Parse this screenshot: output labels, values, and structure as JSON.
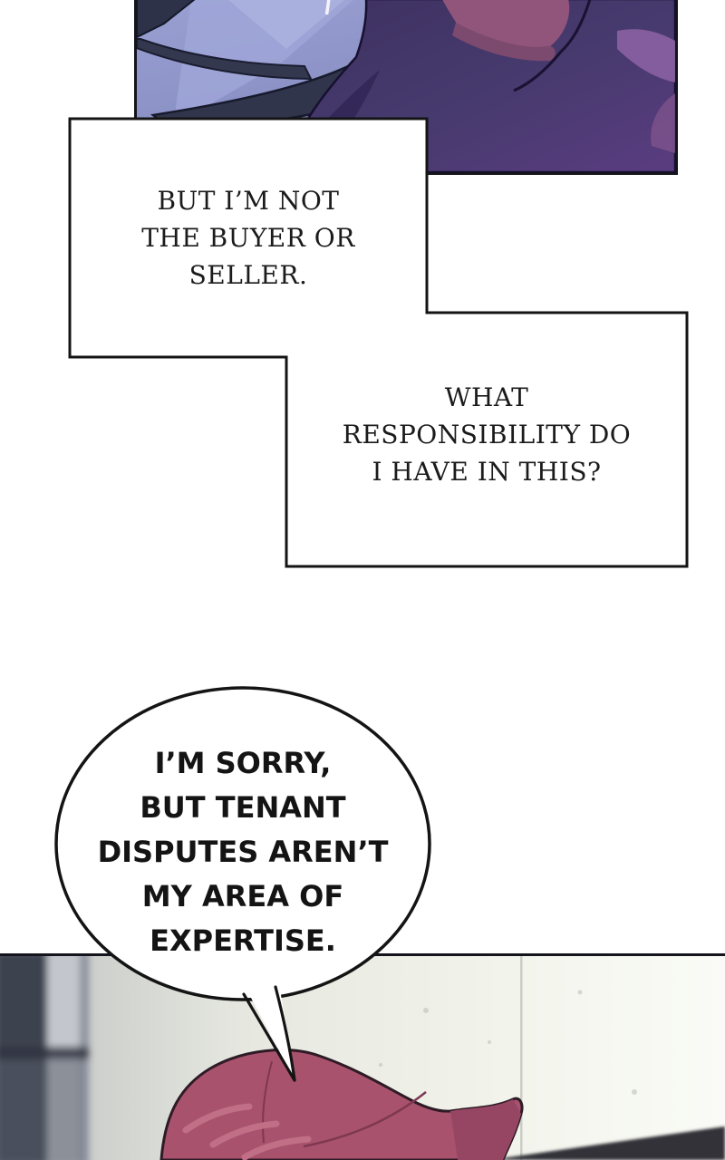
{
  "speech": {
    "box1": {
      "text": "BUT I’M NOT\nTHE BUYER OR\nSELLER."
    },
    "box2": {
      "text": "WHAT\nRESPONSIBILITY DO\nI HAVE IN THIS?"
    },
    "bubble": {
      "text": "I’M SORRY,\nBUT TENANT\nDISPUTES AREN’T\nMY AREA OF\nEXPERTISE."
    }
  },
  "colors": {
    "ink": "#141414",
    "panel_border": "#14141c",
    "box_fill": "#ffffff",
    "bubble_fill": "#ffffff",
    "jacket_periwinkle": "#8b91c3",
    "jacket_shadow_navy": "#31354c",
    "coat_purple": "#453a6b",
    "coat_purple_bright": "#5a3c80",
    "blouse_rose": "#91547a",
    "hair_red": "#a9526d",
    "hair_highlight": "#c06f87",
    "wall_gray": "#e9ebe4",
    "pillar_dark": "#3d4250"
  }
}
